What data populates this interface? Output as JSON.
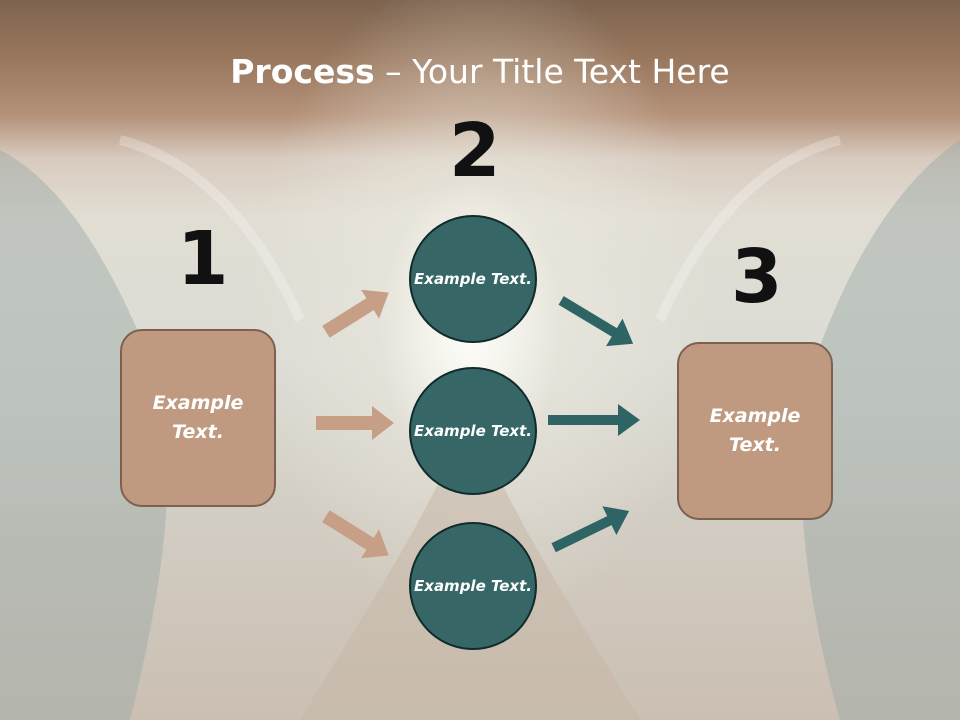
{
  "slide": {
    "title_bold": "Process",
    "title_rest": " – Your Title Text Here"
  },
  "steps": [
    {
      "number": "1",
      "box_text": "Example Text."
    },
    {
      "number": "2",
      "circles": [
        "Example Text.",
        "Example Text.",
        "Example Text."
      ]
    },
    {
      "number": "3",
      "box_text": "Example Text."
    }
  ],
  "colors": {
    "box_fill": "#c09a80",
    "box_border": "#7d6150",
    "circle_fill": "#366666",
    "circle_border": "#112b2b",
    "arrow_tan": "#c79f86",
    "arrow_teal": "#2f6464",
    "title_band": "#98775d"
  }
}
